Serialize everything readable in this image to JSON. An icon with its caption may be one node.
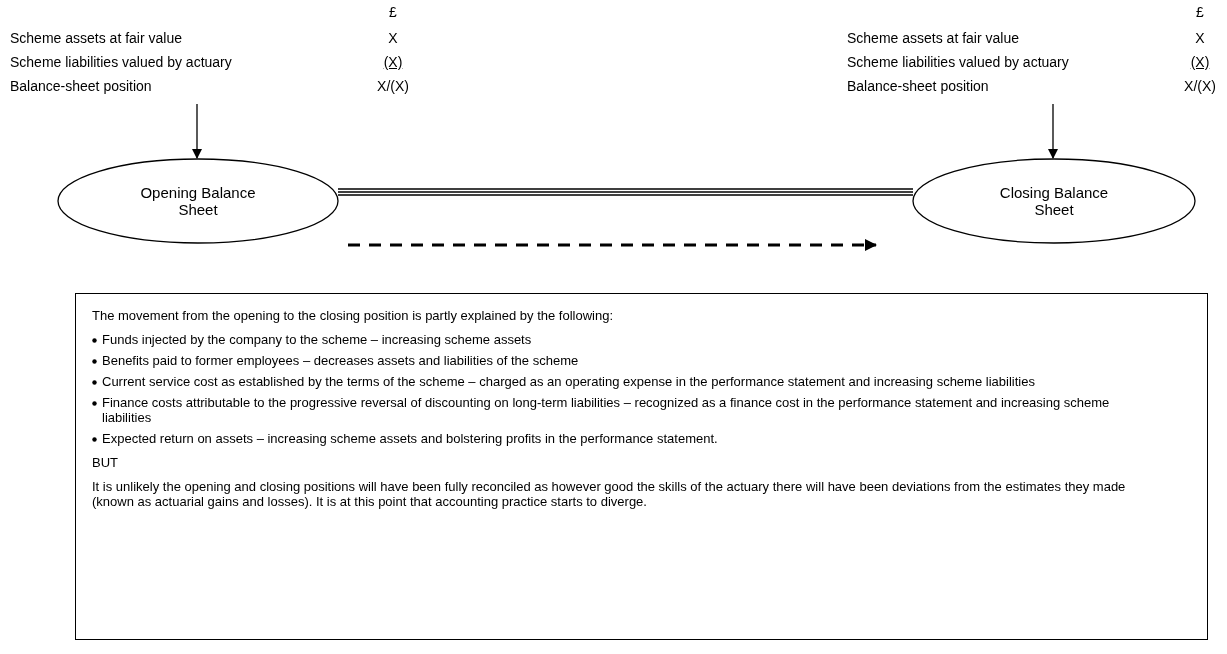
{
  "diagram": {
    "nodes": [
      {
        "text": [
          "£",
          "Scheme assets at fair value",
          "X",
          "Scheme liabilities valued by actuary",
          "(X)",
          "Balance-sheet position",
          "X/(X)"
        ]
      },
      {
        "text": [
          "£",
          "Scheme assets at fair value",
          "X",
          "Scheme liabilities valued by actuary",
          "(X)",
          "Balance-sheet position",
          "X/(X)"
        ]
      },
      {
        "text": [
          "Opening Balance Sheet"
        ]
      },
      {
        "text": [
          "Closing Balance Sheet"
        ]
      },
      {
        "text": [
          "The movement from the opening to the closing position is partly explained by the following:",
          "Funds injected by the company to the scheme – increasing scheme assets",
          "Benefits paid to former employees – decreases assets and liabilities of the scheme",
          "Current service cost as established by the terms of the scheme – charged as an operating expense in the performance statement and increasing scheme liabilities",
          "Finance costs attributable to the progressive reversal of discounting on long-term liabilities – recognized as a finance cost in the performance statement and increasing scheme liabilities",
          "Expected return on assets – increasing scheme assets and bolstering profits in the performance statement.",
          "BUT",
          "It is unlikely the opening and closing positions will have been fully reconciled as however good the skills of the actuary there will have been deviations from the estimates they made (known as actuarial gains and losses). It is at this point that accounting practice starts to diverge."
        ]
      }
    ],
    "edges": [
      {
        "from": 0,
        "to": 2,
        "arrow": "to"
      },
      {
        "from": 1,
        "to": 3,
        "arrow": "to"
      },
      {
        "from": 2,
        "to": 3,
        "arrow": "none"
      }
    ]
  }
}
